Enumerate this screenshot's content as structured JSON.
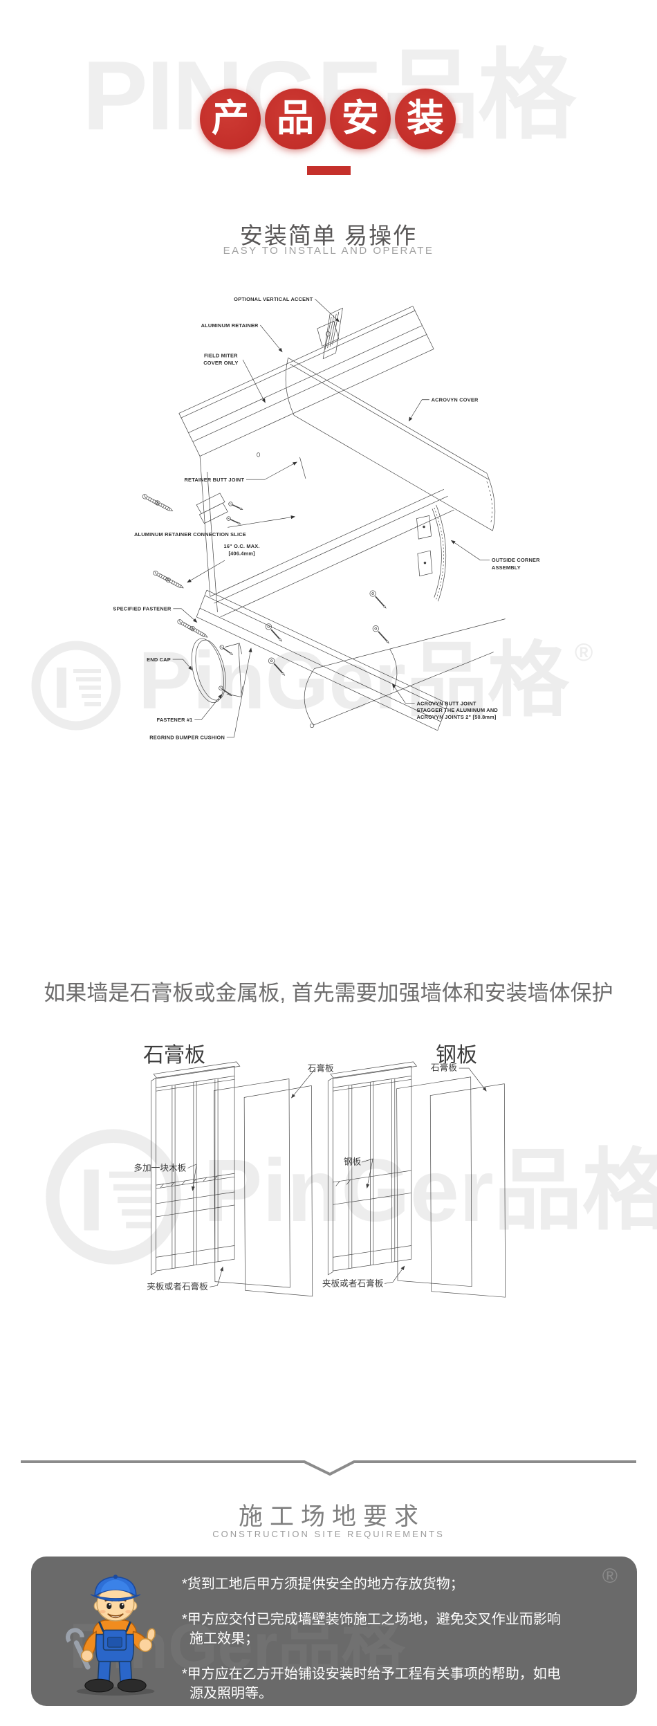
{
  "brand": {
    "watermark_top": "PINGE品格",
    "watermark_text": "PinGer品格",
    "registered": "®"
  },
  "badge": {
    "chars": [
      "产",
      "品",
      "安",
      "装"
    ],
    "color": "#c5302b"
  },
  "install_section": {
    "title": "安装简单  易操作",
    "subtitle": "EASY TO INSTALL AND OPERATE"
  },
  "diagram1": {
    "labels": {
      "optional_accent": "OPTIONAL VERTICAL ACCENT",
      "aluminum_retainer": "ALUMINUM RETAINER",
      "field_miter_1": "FIELD MITER",
      "field_miter_2": "COVER ONLY",
      "acrovyn_cover": "ACROVYN COVER",
      "retainer_butt_joint": "RETAINER BUTT JOINT",
      "connection_slice": "ALUMINUM RETAINER CONNECTION SLICE",
      "oc_max_1": "16\" O.C. MAX.",
      "oc_max_2": "[406.4mm]",
      "specified_fastener": "SPECIFIED FASTENER",
      "end_cap": "END CAP",
      "fastener_1": "FASTENER #1",
      "regrind": "REGRIND BUMPER CUSHION",
      "outside_corner_1": "OUTSIDE CORNER",
      "outside_corner_2": "ASSEMBLY",
      "butt_joint_1": "ACROVYN BUTT JOINT",
      "butt_joint_2": "STAGGER THE ALUMINUM AND",
      "butt_joint_3": "ACROVYN JOINTS 2\" [50.8mm]"
    }
  },
  "note_sentence": "如果墙是石膏板或金属板, 首先需要加强墙体和安装墙体保护",
  "wall_section": {
    "left_title": "石膏板",
    "right_title": "钢板",
    "left_labels": {
      "panel": "石膏板",
      "board": "多加一块木板",
      "bottom": "夹板或者石膏板"
    },
    "right_labels": {
      "panel": "石膏板",
      "steel": "钢板",
      "bottom": "夹板或者石膏板"
    }
  },
  "site_section": {
    "title": "施工场地要求",
    "subtitle": "CONSTRUCTION SITE REQUIREMENTS",
    "bullets": [
      {
        "l1": "*货到工地后甲方须提供安全的地方存放货物；"
      },
      {
        "l1": "*甲方应交付已完成墙壁装饰施工之场地，避免交叉作业而影响",
        "l2": "施工效果；"
      },
      {
        "l1": "*甲方应在乙方开始铺设安装时给予工程有关事项的帮助，如电",
        "l2": "源及照明等。"
      }
    ]
  }
}
